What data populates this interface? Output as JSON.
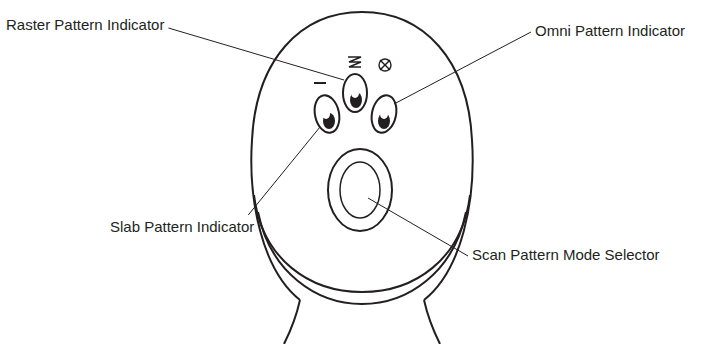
{
  "diagram": {
    "labels": [
      "Raster Pattern Indicator",
      "Omni Pattern Indicator",
      "Slab Pattern Indicator",
      "Scan Pattern Mode Selector"
    ]
  }
}
